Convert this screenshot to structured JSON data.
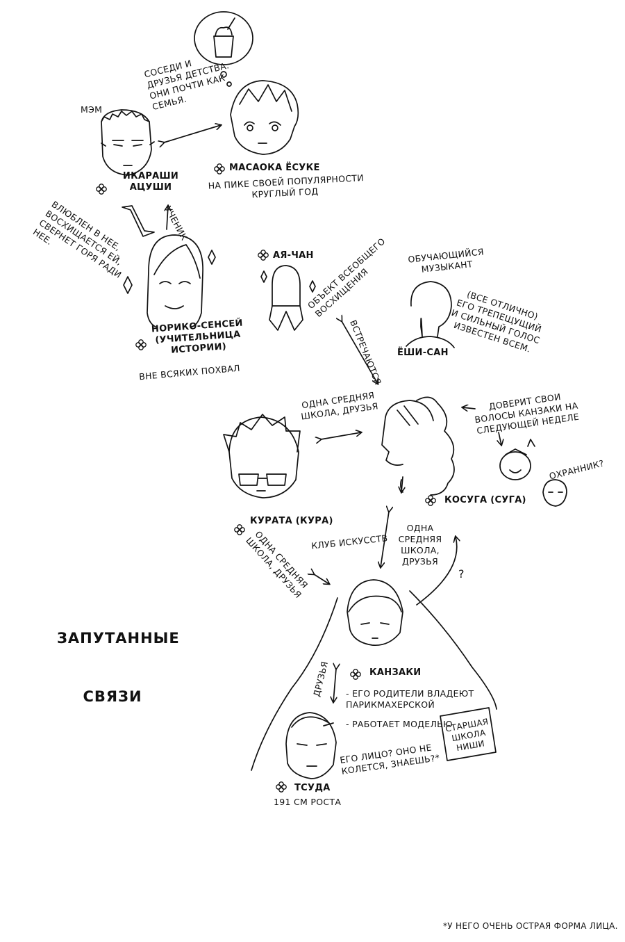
{
  "title_lines": [
    "ЗАПУТАННЫЕ",
    "СВЯЗИ"
  ],
  "characters": {
    "ikarashi": {
      "name": "ИКАРАШИ\nАЦУШИ",
      "tag": "МЭМ"
    },
    "masaoka": {
      "name": "МАСАОКА ЁСУКЕ",
      "note": "НА ПИКЕ СВОЕЙ ПОПУЛЯРНОСТИ\nКРУГЛЫЙ ГОД"
    },
    "noriko": {
      "name": "НОРИКО-СЕНСЕЙ\n(УЧИТЕЛЬНИЦА\nИСТОРИИ)",
      "note": "ВНЕ ВСЯКИХ ПОХВАЛ"
    },
    "aya": {
      "name": "АЯ-ЧАН",
      "note": "ОБЪЕКТ ВСЕОБЩЕГО\nВОСХИЩЕНИЯ"
    },
    "yoshi": {
      "name": "ЁШИ-САН",
      "top": "ОБУЧАЮЩИЙСЯ\nМУЗЫКАНТ",
      "note": "(ВСЕ ОТЛИЧНО)\nЕГО ТРЕПЕЩУЩИЙ\nИ СИЛЬНЫЙ ГОЛОС\nИЗВЕСТЕН ВСЕМ."
    },
    "kurata": {
      "name": "КУРАТА (КУРА)"
    },
    "kosuga": {
      "name": "КОСУГА (СУГА)",
      "note": "ДОВЕРИТ СВОИ\nВОЛОСЫ КАНЗАКИ НА\nСЛЕДУЮЩЕЙ НЕДЕЛЕ",
      "guard": "ОХРАННИК?"
    },
    "kanzaki": {
      "name": "КАНЗАКИ",
      "notes": [
        "- ЕГО РОДИТЕЛИ ВЛАДЕЮТ\nПАРИКМАХЕРСКОЙ",
        "- РАБОТАЕТ МОДЕЛЬЮ"
      ]
    },
    "tsuda": {
      "name": "ТСУДА",
      "note": "191 СМ РОСТА",
      "quote": "ЕГО ЛИЦО? ОНО НЕ\nКОЛЕТСЯ, ЗНАЕШЬ?*"
    }
  },
  "relations": {
    "ikarashi_masaoka": "СОСЕДИ И\nДРУЗЬЯ ДЕТСТВА.\nОНИ ПОЧТИ КАК\nСЕМЬЯ.",
    "ikarashi_noriko": "ВЛЮБЛЕН В НЕЕ,\nВОСХИЩАЕТСЯ ЕЙ,\nСВЕРНЕТ ГОРЯ РАДИ\nНЕЕ.",
    "pupil": "УЧЕНИК",
    "aya_kosuga": "ВСТРЕЧАЮТСЯ",
    "kurata_kosuga": "ОДНА СРЕДНЯЯ\nШКОЛА, ДРУЗЬЯ",
    "kosuga_kanzaki": "ОДНА\nСРЕДНЯЯ\nШКОЛА,\nДРУЗЬЯ",
    "art_club": "КЛУБ ИСКУССТВ",
    "kurata_kanzaki": "ОДНА СРЕДНЯЯ\nШКОЛА, ДРУЗЬЯ",
    "kanzaki_tsuda": "ДРУЗЬЯ",
    "question": "?"
  },
  "school_sign": "СТАРШАЯ\nШКОЛА\nНИШИ",
  "footnote": "*У НЕГО ОЧЕНЬ ОСТРАЯ ФОРМА ЛИЦА."
}
